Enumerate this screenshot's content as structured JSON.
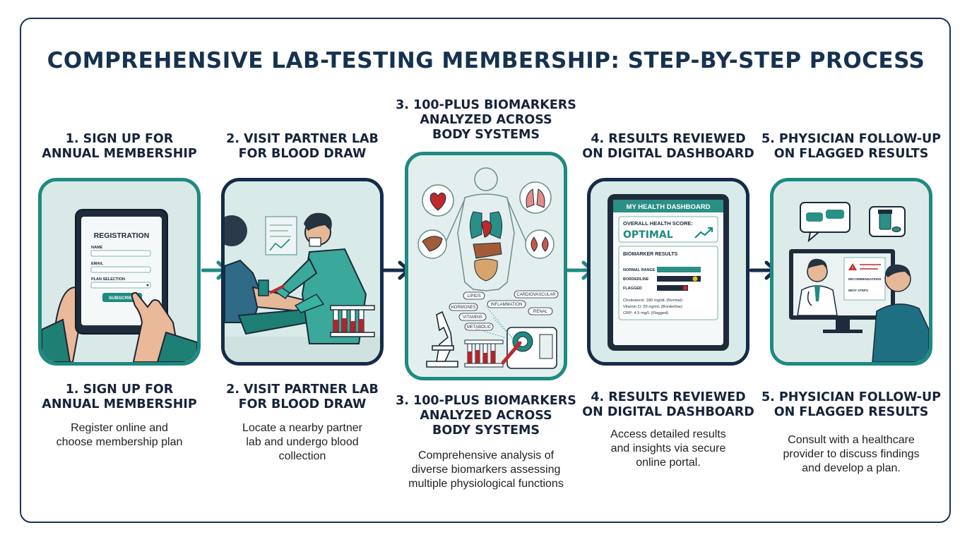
{
  "title": "COMPREHENSIVE LAB-TESTING MEMBERSHIP: STEP-BY-STEP PROCESS",
  "steps": [
    {
      "top_title": [
        "1. SIGN UP FOR",
        "ANNUAL MEMBERSHIP"
      ],
      "bottom_title": [
        "1. SIGN UP FOR",
        "ANNUAL MEMBERSHIP"
      ],
      "description": [
        "Register online and",
        "choose membership plan"
      ]
    },
    {
      "top_title": [
        "2. VISIT PARTNER LAB",
        "FOR BLOOD DRAW"
      ],
      "bottom_title": [
        "2. VISIT PARTNER LAB",
        "FOR BLOOD DRAW"
      ],
      "description": [
        "Locate a nearby partner",
        "lab and undergo blood",
        "collection"
      ]
    },
    {
      "top_title": [
        "3. 100-PLUS BIOMARKERS",
        "ANALYZED ACROSS",
        "BODY SYSTEMS"
      ],
      "bottom_title": [
        "3. 100-PLUS BIOMARKERS",
        "ANALYZED ACROSS",
        "BODY SYSTEMS"
      ],
      "description": [
        "Comprehensive analysis of",
        "diverse biomarkers assessing",
        "multiple physiological functions"
      ]
    },
    {
      "top_title": [
        "4. RESULTS REVIEWED",
        "ON DIGITAL DASHBOARD"
      ],
      "bottom_title": [
        "4. RESULTS REVIEWED",
        "ON DIGITAL DASHBOARD"
      ],
      "description": [
        "Access detailed results",
        "and insights via secure",
        "online portal."
      ]
    },
    {
      "top_title": [
        "5. PHYSICIAN FOLLOW-UP",
        "ON FLAGGED RESULTS"
      ],
      "bottom_title": [
        "5. PHYSICIAN FOLLOW-UP",
        "ON FLAGGED RESULTS"
      ],
      "description": [
        "Consult with a healthcare",
        "provider to discuss findings",
        "and develop a plan."
      ]
    }
  ],
  "registration_form": {
    "heading": "REGISTRATION",
    "name_label": "NAME",
    "email_label": "EMAIL",
    "plan_label": "PLAN SELECTION",
    "button": "SUBSCRIBE"
  },
  "biomarker_tags": [
    "LIPIDS",
    "HORMONES",
    "VITAMINS",
    "METABOLIC",
    "INFLAMMATION",
    "CARDIOVASCULAR",
    "RENAL"
  ],
  "dashboard": {
    "header": "MY HEALTH DASHBOARD",
    "score_label": "OVERALL HEALTH SCORE:",
    "score_value": "OPTIMAL",
    "section": "BIOMARKER RESULTS",
    "legend": [
      "NORMAL RANGE",
      "BORDERLINE",
      "FLAGGED"
    ],
    "results": [
      "Cholesterol: 180 mg/dL (Normal)",
      "Vitamin D: 20 ng/mL (Borderline)",
      "CRP: 4.5 mg/L (Flagged)"
    ]
  },
  "followup_screen": {
    "items": [
      "RECOMMENDATIONS",
      "NEXT STEPS"
    ]
  },
  "colors": {
    "teal": "#1e8a80",
    "navy": "#162b48",
    "panel_bg": "#dcebe9",
    "flag_red": "#c0282c",
    "borderline_yellow": "#e8c21a"
  }
}
